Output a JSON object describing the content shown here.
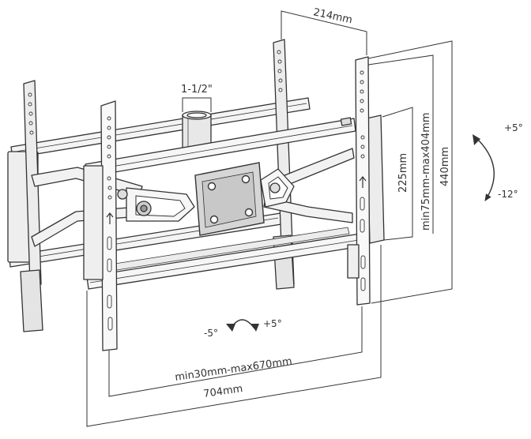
{
  "colors": {
    "stroke": "#333333",
    "fill_light": "#f4f4f4",
    "fill_mid": "#e4e4e4",
    "fill_dark": "#bdbdbd",
    "background": "#ffffff"
  },
  "dimensions": {
    "top_width": "214mm",
    "pipe_size": "1-1/2\"",
    "inner_height": "225mm",
    "vesa_vertical": "min75mm-max404mm",
    "total_height": "440mm",
    "vesa_horizontal": "min30mm-max670mm",
    "total_width": "704mm"
  },
  "angles": {
    "tilt_up": "+5°",
    "tilt_down": "-12°",
    "swivel_left": "-5°",
    "swivel_right": "+5°"
  }
}
